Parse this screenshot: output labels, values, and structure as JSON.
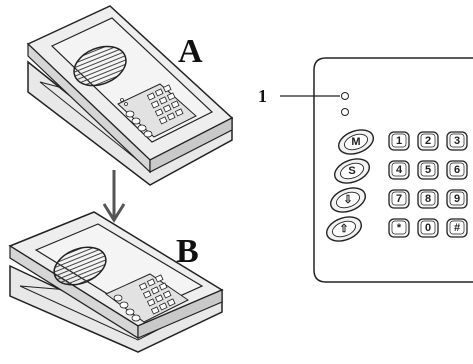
{
  "labels": {
    "step_a": "A",
    "step_b": "B",
    "callout_1": "1"
  },
  "keypad": {
    "side_buttons": [
      "M",
      "S",
      "⇩",
      "⇧"
    ],
    "keys": [
      [
        "1",
        "2",
        "3"
      ],
      [
        "4",
        "5",
        "6"
      ],
      [
        "7",
        "8",
        "9"
      ],
      [
        "*",
        "0",
        "#"
      ]
    ]
  }
}
